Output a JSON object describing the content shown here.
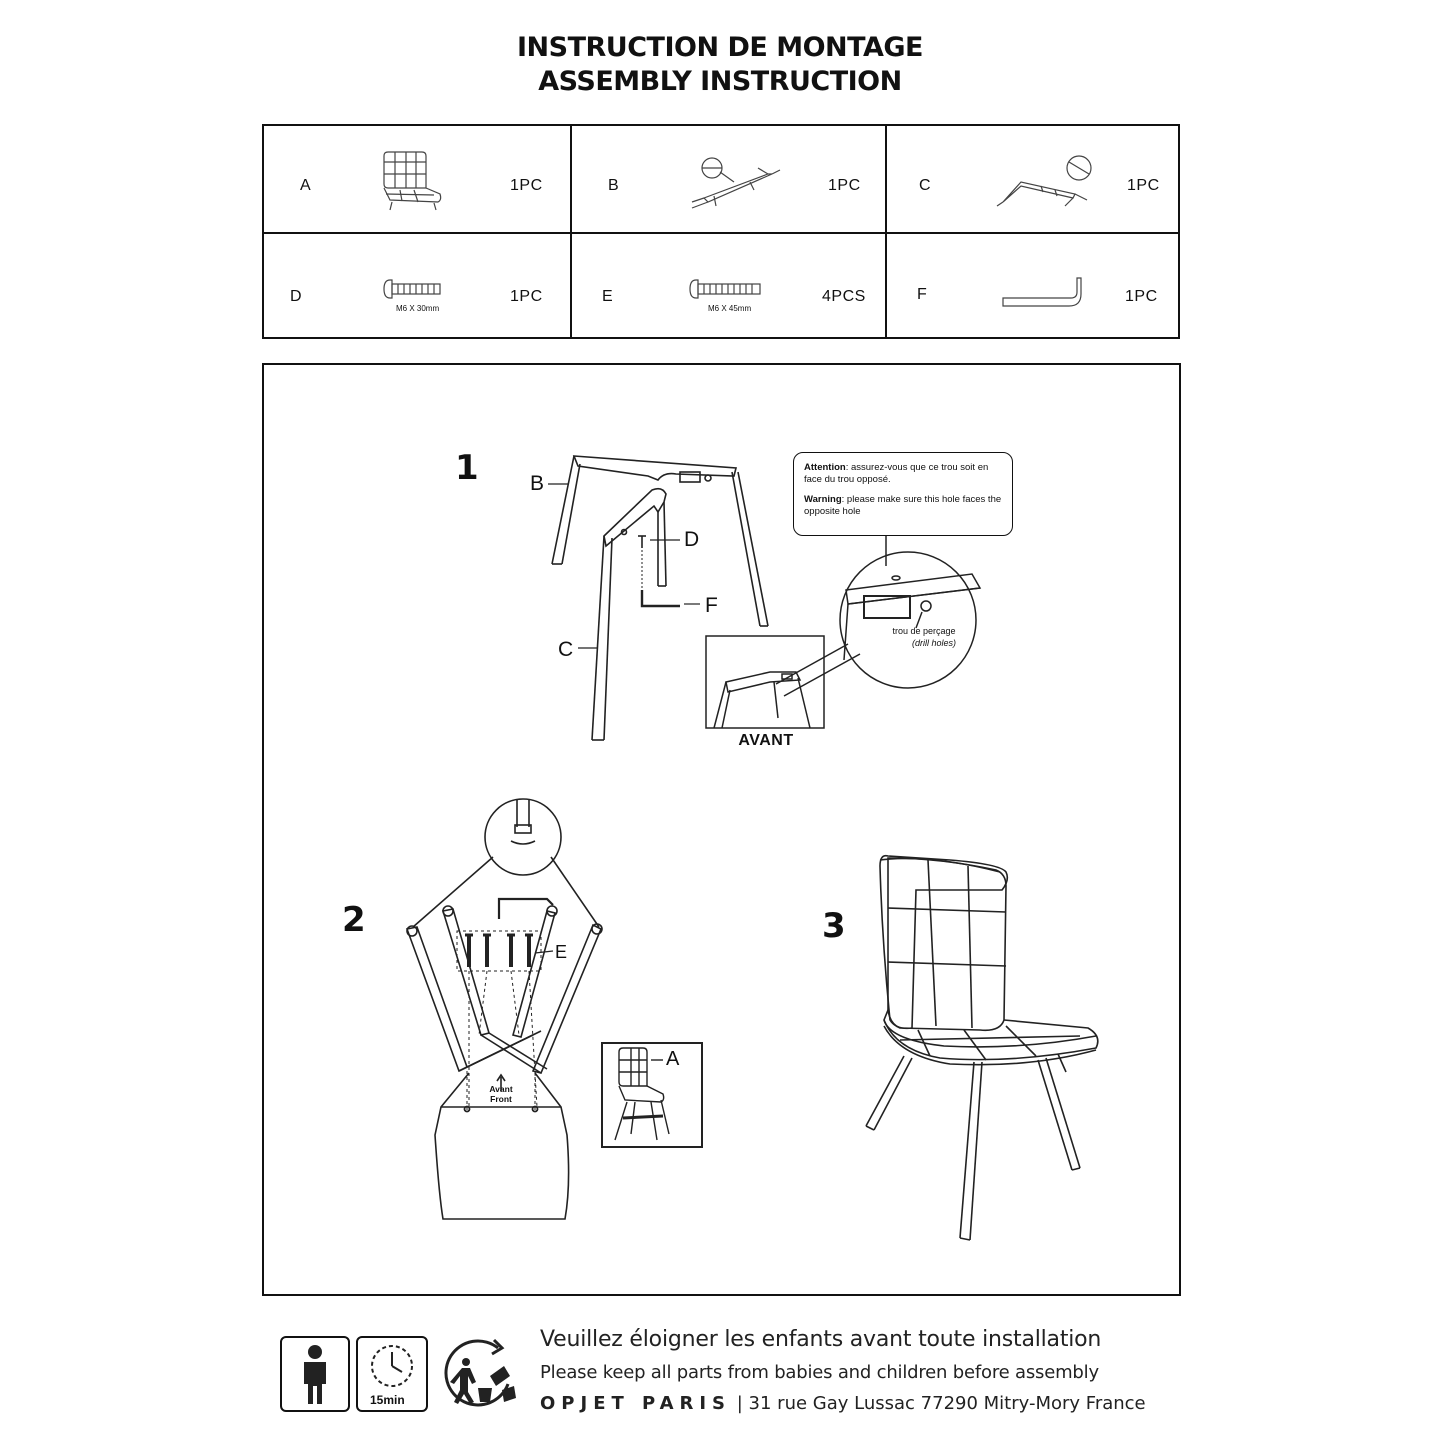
{
  "header": {
    "title_fr": "INSTRUCTION DE MONTAGE",
    "title_en": "ASSEMBLY INSTRUCTION"
  },
  "parts": [
    {
      "letter": "A",
      "qty": "1PC",
      "icon": "chair-seat-icon"
    },
    {
      "letter": "B",
      "qty": "1PC",
      "icon": "front-leg-frame-icon"
    },
    {
      "letter": "C",
      "qty": "1PC",
      "icon": "back-leg-frame-icon"
    },
    {
      "letter": "D",
      "qty": "1PC",
      "icon": "bolt-icon",
      "size": "M6 X 30mm"
    },
    {
      "letter": "E",
      "qty": "4PCS",
      "icon": "bolt-icon",
      "size": "M6 X 45mm"
    },
    {
      "letter": "F",
      "qty": "1PC",
      "icon": "allen-key-icon"
    }
  ],
  "steps": {
    "step1": {
      "number": "1",
      "labels": {
        "b": "B",
        "c": "C",
        "d": "D",
        "f": "F"
      },
      "attention_label": "Attention",
      "attention_text": ": assurez-vous que ce trou soit en face du trou opposé.",
      "warning_label": "Warning",
      "warning_text": ": please make sure this hole faces the opposite hole",
      "drill_fr": "trou de perçage",
      "drill_en": "(drill holes)",
      "avant": "AVANT"
    },
    "step2": {
      "number": "2",
      "label_e": "E",
      "front_fr": "Avant",
      "front_en": "Front",
      "inset_label": "A"
    },
    "step3": {
      "number": "3"
    }
  },
  "footer": {
    "warning_fr": "Veuillez éloigner les enfants avant toute installation",
    "warning_en": "Please keep all parts from babies and children before assembly",
    "brand": "OPJET PARIS",
    "address": "| 31 rue Gay Lussac 77290 Mitry-Mory France",
    "time": "15min",
    "icons": [
      "one-person-icon",
      "clock-icon",
      "recycle-icon"
    ]
  }
}
